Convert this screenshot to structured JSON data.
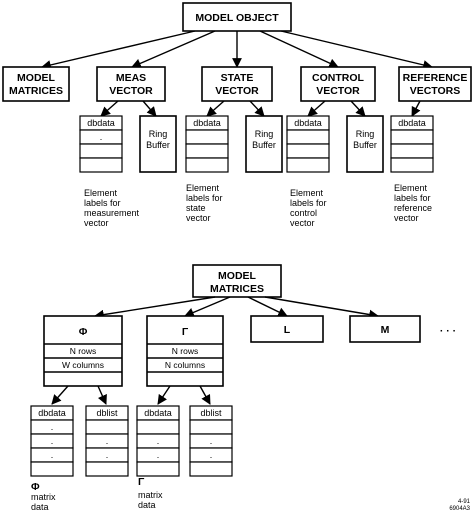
{
  "top": {
    "root": "MODEL OBJECT",
    "children": [
      {
        "line1": "MODEL",
        "line2": "MATRICES"
      },
      {
        "line1": "MEAS",
        "line2": "VECTOR"
      },
      {
        "line1": "STATE",
        "line2": "VECTOR"
      },
      {
        "line1": "CONTROL",
        "line2": "VECTOR"
      },
      {
        "line1": "REFERENCE",
        "line2": "VECTORS"
      }
    ]
  },
  "cells": {
    "dbdata": "dbdata",
    "dblist": "dblist",
    "dot": ".",
    "ring1": "Ring",
    "ring2": "Buffer"
  },
  "captions": {
    "meas": [
      "Element",
      "labels for",
      "measurement",
      "vector"
    ],
    "state": [
      "Element",
      "labels for",
      "state",
      "vector"
    ],
    "control": [
      "Element",
      "labels for",
      "control",
      "vector"
    ],
    "reference": [
      "Element",
      "labels for",
      "reference",
      "vector"
    ]
  },
  "bottom": {
    "root": {
      "line1": "MODEL",
      "line2": "MATRICES"
    },
    "phi": {
      "symbol": "Φ",
      "rows": "N rows",
      "cols": "W columns"
    },
    "gamma": {
      "symbol": "Γ",
      "rows": "N rows",
      "cols": "N columns"
    },
    "l": "L",
    "m": "M",
    "more": "· · ·",
    "caption": [
      "matrix",
      "data"
    ]
  },
  "figure_id": [
    "4-91",
    "6904A3"
  ]
}
